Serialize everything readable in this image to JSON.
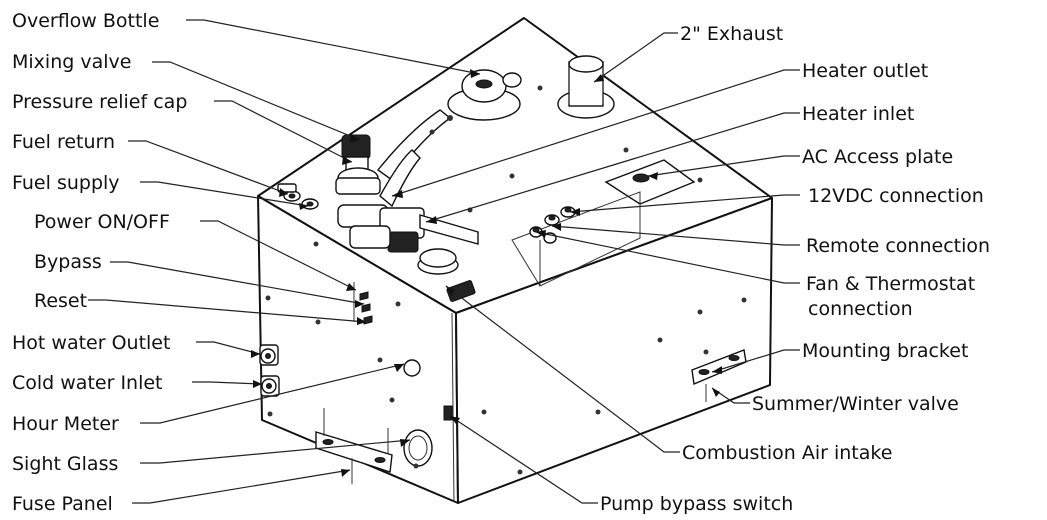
{
  "labels": {
    "overflow_bottle": "Overflow Bottle",
    "mixing_valve": "Mixing valve",
    "pressure_relief_cap": "Pressure relief cap",
    "fuel_return": "Fuel return",
    "fuel_supply": "Fuel supply",
    "power_on_off": "Power ON/OFF",
    "bypass": "Bypass",
    "reset": "Reset",
    "hot_water_outlet": "Hot water Outlet",
    "cold_water_inlet": "Cold water Inlet",
    "hour_meter": "Hour Meter",
    "sight_glass": "Sight Glass",
    "fuse_panel": "Fuse Panel",
    "exhaust": "2\" Exhaust",
    "heater_outlet": "Heater outlet",
    "heater_inlet": "Heater inlet",
    "ac_access_plate": "AC Access plate",
    "vdc_connection": "12VDC connection",
    "remote_connection": "Remote connection",
    "fan_thermostat_line1": "Fan & Thermostat",
    "fan_thermostat_line2": "connection",
    "mounting_bracket": "Mounting bracket",
    "summer_winter_valve": "Summer/Winter valve",
    "combustion_air_intake": "Combustion Air intake",
    "pump_bypass_switch": "Pump bypass switch"
  }
}
